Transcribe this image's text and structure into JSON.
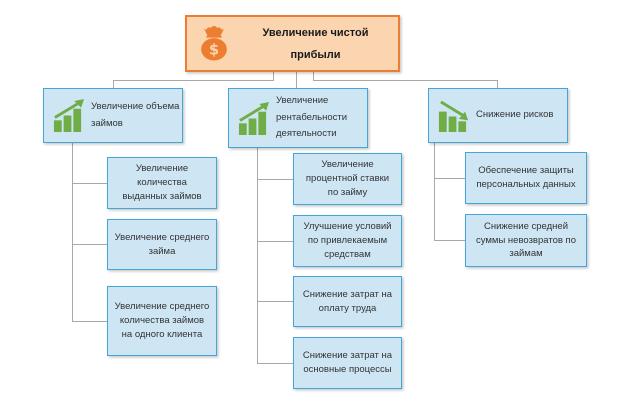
{
  "colors": {
    "root_fill": "#fbd5b0",
    "root_border": "#ed7d31",
    "node_fill": "#cee6f4",
    "node_border": "#45a5d6",
    "icon_green": "#70ad47",
    "icon_orange": "#ed7d31",
    "connector": "#a8a8a8"
  },
  "tree": {
    "root": {
      "label": "Увеличение чистой прибыли",
      "icon": "money-bag-icon"
    },
    "branches": [
      {
        "label": "Увеличение объема займов",
        "icon": "growth-chart-icon",
        "children": [
          "Увеличение количества выданных займов",
          "Увеличение среднего займа",
          "Увеличение среднего количества займов на одного клиента"
        ]
      },
      {
        "label": "Увеличение рентабельности деятельности",
        "icon": "growth-chart-icon",
        "children": [
          "Увеличение процентной ставки по займу",
          "Улучшение условий по привлекаемым средствам",
          "Снижение затрат на оплату труда",
          "Снижение затрат на основные процессы"
        ]
      },
      {
        "label": "Снижение рисков",
        "icon": "decline-chart-icon",
        "children": [
          "Обеспечение защиты персональных данных",
          "Снижение средней суммы невозвратов по займам"
        ]
      }
    ]
  }
}
